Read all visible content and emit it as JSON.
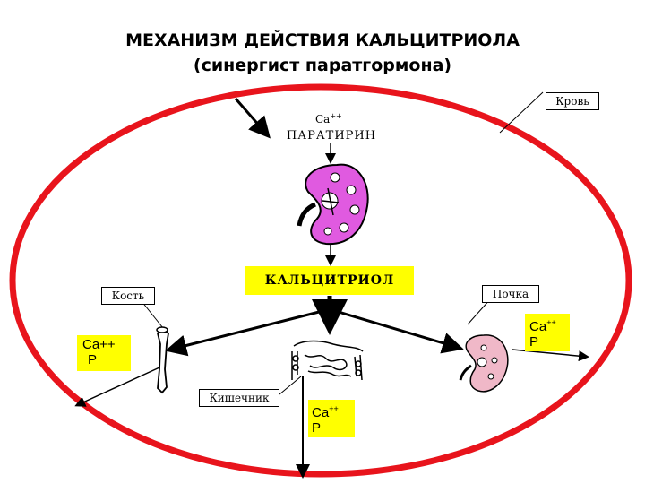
{
  "title": "МЕХАНИЗМ ДЕЙСТВИЯ КАЛЬЦИТРИОЛА",
  "subtitle": "(синергист паратгормона)",
  "colors": {
    "ellipse": "#e8141c",
    "highlight": "#ffff00",
    "kidney_top": "#e05ae0",
    "kidney_right": "#f0b8c8"
  },
  "labels": {
    "blood": "Кровь",
    "ca_top_base": "Ca",
    "ca_top_sup": "++",
    "parathyrin": "ПАРАТИРИН",
    "calcitriol": "КАЛЬЦИТРИОЛ",
    "bone": "Кость",
    "kidney": "Почка",
    "intestine": "Кишечник"
  },
  "ion_boxes": {
    "left": {
      "ca": "Ca++",
      "p": "P"
    },
    "right": {
      "ca_base": "Ca",
      "ca_sup": "++",
      "p": "P"
    },
    "bottom": {
      "ca_base": "Ca",
      "ca_sup": "++",
      "p": "P"
    }
  },
  "icons": [
    "kidney-icon",
    "bone-icon",
    "intestine-icon"
  ]
}
